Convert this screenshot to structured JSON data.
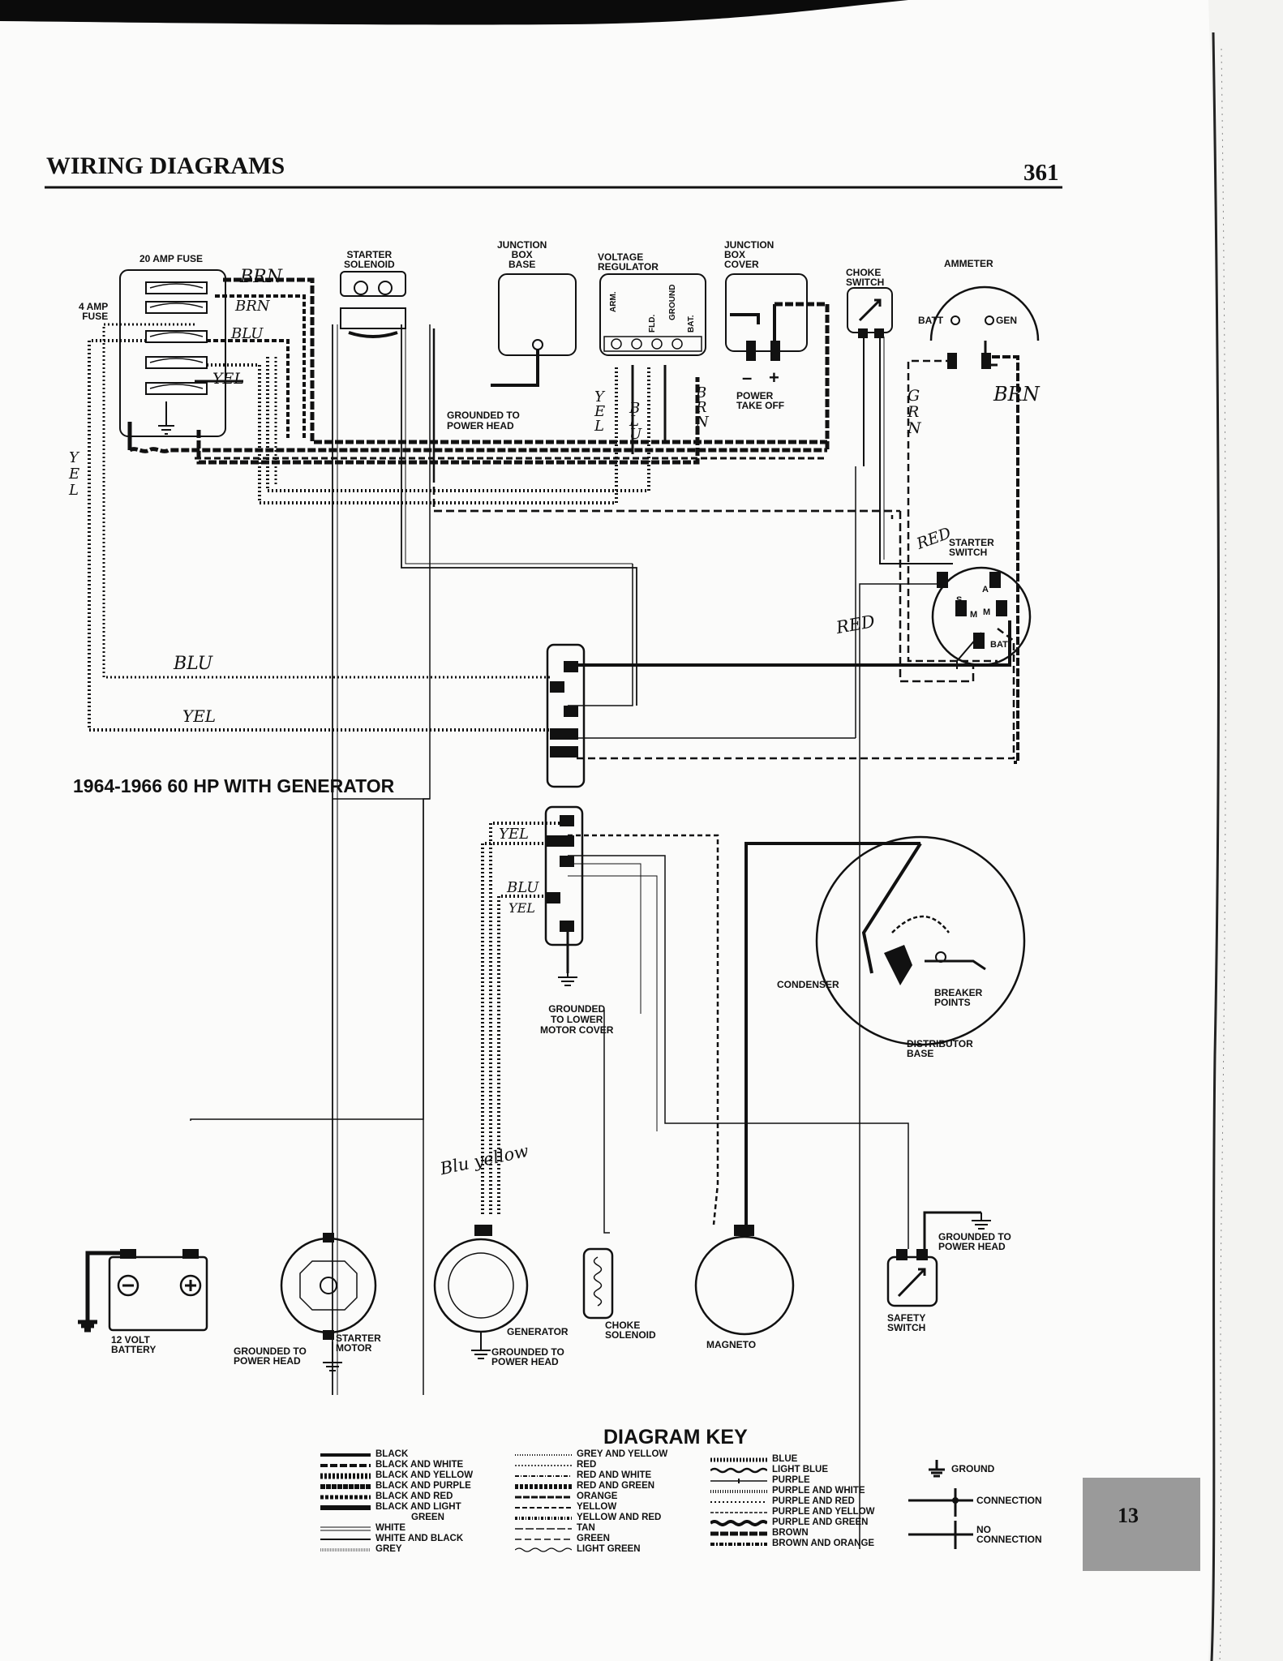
{
  "header": {
    "title": "WIRING DIAGRAMS",
    "page_number": "361"
  },
  "tab_number": "13",
  "diagram_title": "1964-1966 60 HP WITH GENERATOR",
  "components": {
    "fuse_20": "20 AMP FUSE",
    "fuse_4": [
      "4 AMP",
      "FUSE"
    ],
    "starter_solenoid": [
      "STARTER",
      "SOLENOID"
    ],
    "junction_box_base": [
      "JUNCTION",
      "BOX",
      "BASE"
    ],
    "voltage_regulator": [
      "VOLTAGE",
      "REGULATOR"
    ],
    "reg_terminals": [
      "ARM.",
      "FLD.",
      "GROUND",
      "BAT."
    ],
    "junction_box_cover": [
      "JUNCTION",
      "BOX",
      "COVER"
    ],
    "choke_switch": [
      "CHOKE",
      "SWITCH"
    ],
    "ammeter": "AMMETER",
    "ammeter_batt": "BATT",
    "ammeter_gen": "GEN",
    "grounded_power_head_1": [
      "GROUNDED TO",
      "POWER HEAD"
    ],
    "power_take_off": [
      "POWER",
      "TAKE OFF"
    ],
    "starter_switch": [
      "STARTER",
      "SWITCH"
    ],
    "switch_terminals": [
      "A",
      "S",
      "M",
      "M",
      "BAT"
    ],
    "grounded_lower_cover": [
      "GROUNDED",
      "TO LOWER",
      "MOTOR COVER"
    ],
    "condenser": "CONDENSER",
    "breaker_points": [
      "BREAKER",
      "POINTS"
    ],
    "distributor_base": [
      "DISTRIBUTOR",
      "BASE"
    ],
    "battery": [
      "12 VOLT",
      "BATTERY"
    ],
    "starter_motor": [
      "STARTER",
      "MOTOR"
    ],
    "grounded_power_head_2": [
      "GROUNDED TO",
      "POWER HEAD"
    ],
    "generator": "GENERATOR",
    "grounded_power_head_3": [
      "GROUNDED TO",
      "POWER HEAD"
    ],
    "choke_solenoid": [
      "CHOKE",
      "SOLENOID"
    ],
    "magneto": "MAGNETO",
    "grounded_power_head_4": [
      "GROUNDED TO",
      "POWER HEAD"
    ],
    "safety_switch": [
      "SAFETY",
      "SWITCH"
    ]
  },
  "handwritten": {
    "brn_1": "BRN",
    "brn_2": "BRN",
    "blu_1": "BLU",
    "yel_1": "YEL",
    "yel_left": [
      "Y",
      "E",
      "L"
    ],
    "yel_reg": [
      "Y",
      "E",
      "L"
    ],
    "blu_reg": [
      "B",
      "L",
      "U"
    ],
    "brn_reg": [
      "B",
      "R",
      "N"
    ],
    "grn": [
      "G",
      "R",
      "N"
    ],
    "brn_ammeter": "BRN",
    "red_1": "RED",
    "red_2": "RED",
    "blu_2": "BLU",
    "yel_2": "YEL",
    "yel_3": "YEL",
    "blu_3": "BLU",
    "yel_4": "YEL",
    "blu_yellow": "Blu yellow"
  },
  "key": {
    "title": "DIAGRAM KEY",
    "col1": [
      "BLACK",
      "BLACK AND WHITE",
      "BLACK AND YELLOW",
      "BLACK AND PURPLE",
      "BLACK AND RED",
      "BLACK AND LIGHT",
      "GREEN",
      "WHITE",
      "WHITE AND BLACK",
      "GREY"
    ],
    "col2": [
      "GREY AND YELLOW",
      "RED",
      "RED AND WHITE",
      "RED AND GREEN",
      "ORANGE",
      "YELLOW",
      "YELLOW AND RED",
      "TAN",
      "GREEN",
      "LIGHT GREEN"
    ],
    "col3": [
      "BLUE",
      "LIGHT BLUE",
      "PURPLE",
      "PURPLE AND WHITE",
      "PURPLE AND RED",
      "PURPLE AND YELLOW",
      "PURPLE AND GREEN",
      "BROWN",
      "BROWN AND ORANGE"
    ],
    "legend_ground": "GROUND",
    "legend_connection": "CONNECTION",
    "legend_no_connection": [
      "NO",
      "CONNECTION"
    ]
  }
}
